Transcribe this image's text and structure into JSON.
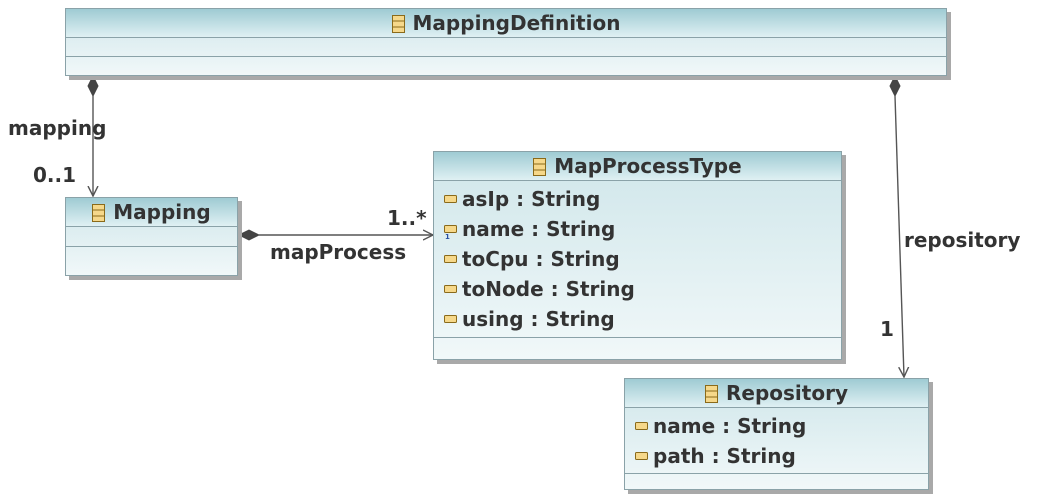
{
  "classes": {
    "mappingDefinition": {
      "name": "MappingDefinition",
      "icon": "class-icon"
    },
    "mapping": {
      "name": "Mapping",
      "icon": "class-icon"
    },
    "mapProcessType": {
      "name": "MapProcessType",
      "icon": "class-icon",
      "attributes": [
        {
          "text": "asIp : String",
          "icon": "attribute-icon"
        },
        {
          "text": "name : String",
          "icon": "id-attribute-icon"
        },
        {
          "text": "toCpu : String",
          "icon": "attribute-icon"
        },
        {
          "text": "toNode : String",
          "icon": "attribute-icon"
        },
        {
          "text": "using : String",
          "icon": "attribute-icon"
        }
      ]
    },
    "repository": {
      "name": "Repository",
      "icon": "class-icon",
      "attributes": [
        {
          "text": "name : String",
          "icon": "attribute-icon"
        },
        {
          "text": "path : String",
          "icon": "attribute-icon"
        }
      ]
    }
  },
  "associations": {
    "mapping": {
      "role": "mapping",
      "multiplicity": "0..1"
    },
    "mapProcess": {
      "role": "mapProcess",
      "multiplicity": "1..*"
    },
    "repository": {
      "role": "repository",
      "multiplicity": "1"
    }
  },
  "colors": {
    "header": "#9fcbd3",
    "body": "#e6f3f5",
    "border": "#8aa2a8",
    "shadow": "#a9a9a9",
    "text": "#333333",
    "icon_fill": "#f6d88a",
    "icon_stroke": "#8a6a1a",
    "line": "#555555"
  }
}
